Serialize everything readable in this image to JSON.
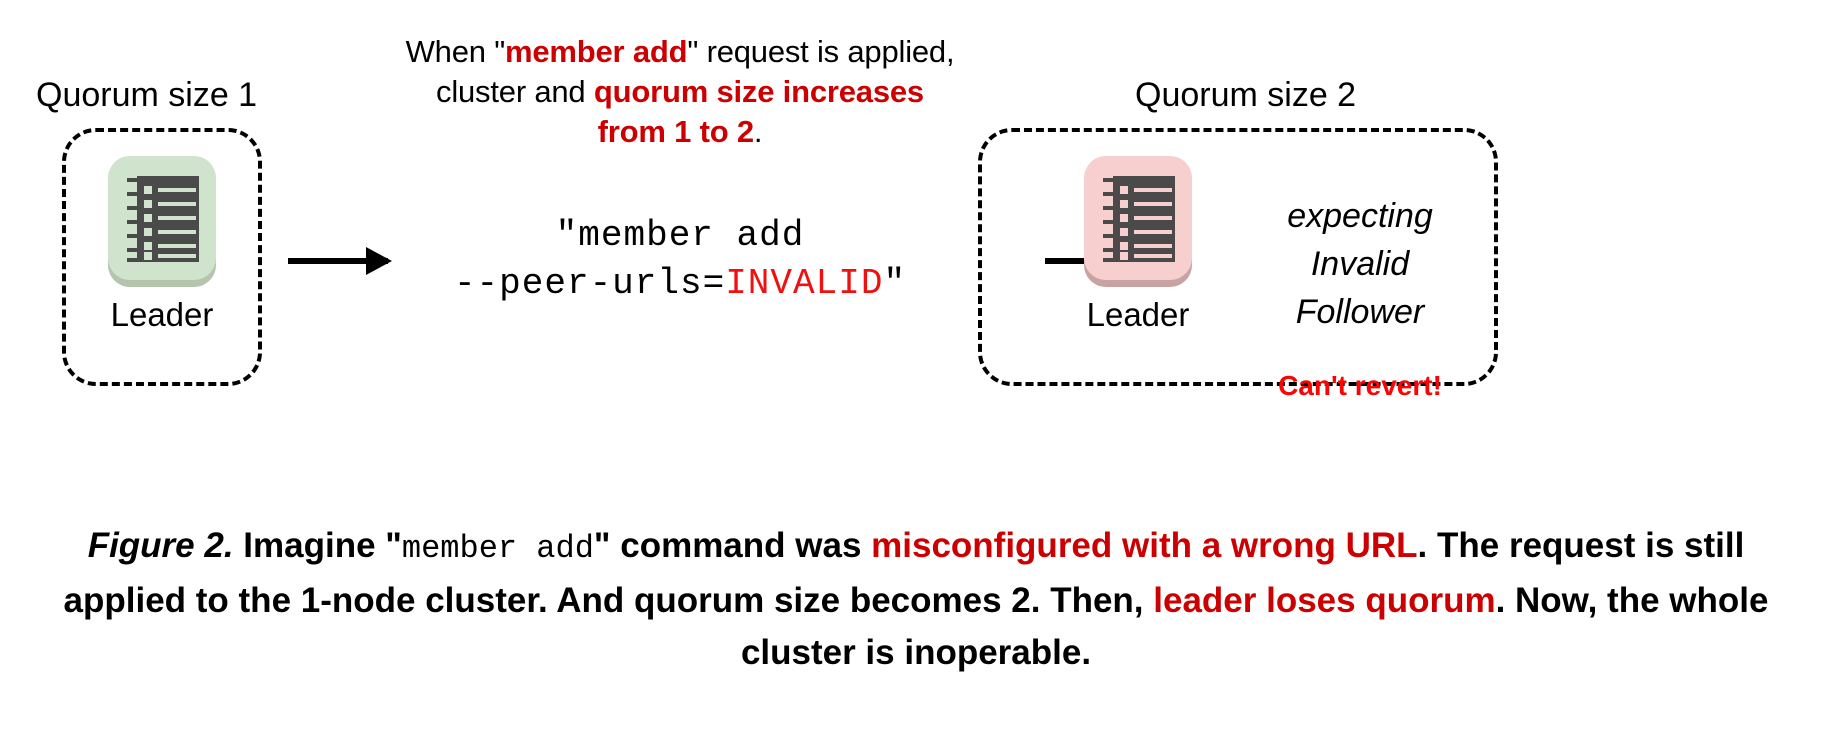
{
  "top_note": {
    "line1_pre": "When \"",
    "line1_em": "member add",
    "line1_post": "\" request is applied,",
    "line2_pre": "cluster and ",
    "line2_em": "quorum size increases",
    "line3_em": "from 1 to 2",
    "line3_post": "."
  },
  "left_cluster": {
    "title": "Quorum size 1",
    "node_label": "Leader",
    "icon_name": "notebook-icon",
    "icon_color": "#cfe3cd"
  },
  "right_cluster": {
    "title": "Quorum size 2",
    "node_label": "Leader",
    "icon_name": "notebook-icon",
    "icon_color": "#f7cfcf",
    "expecting_line1": "expecting",
    "expecting_line2": "Invalid",
    "expecting_line3": "Follower",
    "warning": "Can't revert!"
  },
  "command": {
    "line1": "\"member add",
    "line2_pre": "--peer-urls=",
    "line2_invalid": "INVALID",
    "line2_post": "\""
  },
  "caption": {
    "fignum": "Figure 2.",
    "seg1": " Imagine \"",
    "mono": "member add",
    "seg2": "\" command was ",
    "em1": "misconfigured with a wrong URL",
    "seg3": ". The request is still applied to the 1-node cluster. And quorum size becomes 2. Then, ",
    "em2": "leader loses quorum",
    "seg4": ". Now, the whole cluster is inoperable."
  },
  "colors": {
    "emphasis_red": "#cc0000",
    "alert_red": "#fa0505",
    "invalid_red": "#f01010",
    "ink": "#000000",
    "icon_dark": "#4a4a4a"
  }
}
